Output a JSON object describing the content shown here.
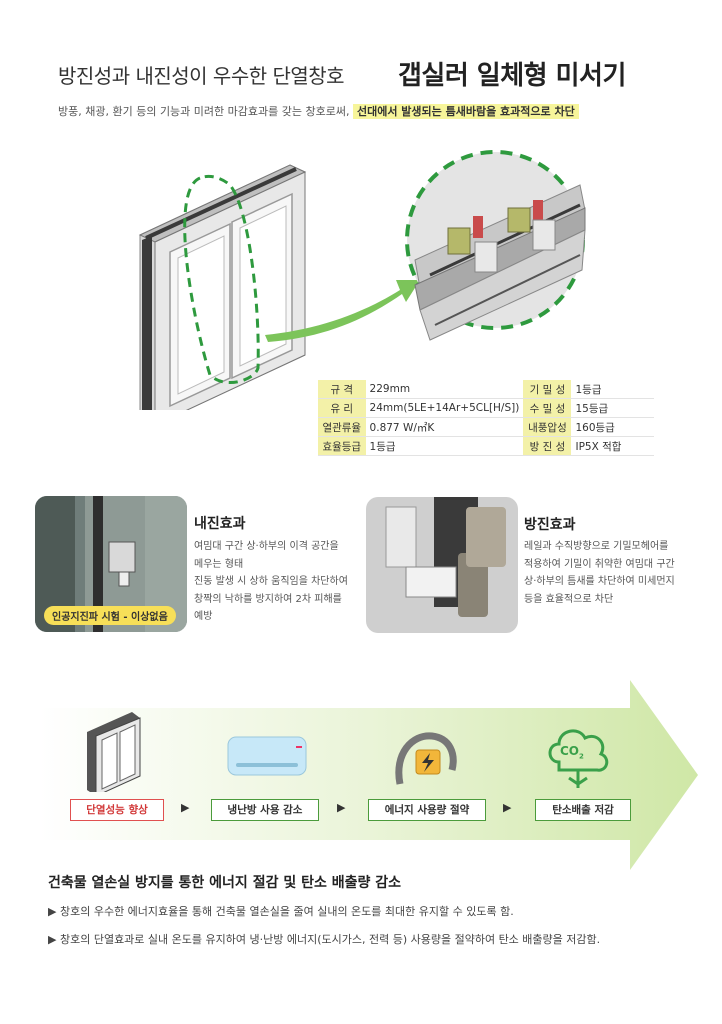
{
  "header": {
    "title_left": "방진성과 내진성이 우수한 단열창호",
    "title_right": "갭실러 일체형 미서기",
    "subtitle_plain": "방풍, 채광, 환기 등의 기능과 미려한 마감효과를 갖는 창호로써,",
    "subtitle_highlight": "선대에서 발생되는 틈새바람을 효과적으로 차단"
  },
  "specs": [
    {
      "label": "규 격",
      "value": "229mm",
      "label2": "기 밀 성",
      "value2": "1등급"
    },
    {
      "label": "유 리",
      "value": "24mm(5LE+14Ar+5CL[H/S])",
      "label2": "수 밀 성",
      "value2": "15등급"
    },
    {
      "label": "열관류율",
      "value": "0.877 W/㎡K",
      "label2": "내풍압성",
      "value2": "160등급"
    },
    {
      "label": "효율등급",
      "value": "1등급",
      "label2": "방 진 성",
      "value2": "IP5X 적합"
    }
  ],
  "quake": {
    "title": "내진효과",
    "lines": [
      "여밈대 구간 상·하부의 이격 공간을",
      "메우는 형태",
      "진동 발생 시 상하 움직임을 차단하여",
      "창짝의 낙하를 방지하여 2차 피해를",
      "예방"
    ],
    "badge": "인공지진파 시험 - 이상없음"
  },
  "dust": {
    "title": "방진효과",
    "lines": [
      "레일과 수직방향으로 기밀모헤어를",
      "적용하여 기밀이 취약한 여밈대 구간",
      "상·하부의 틈새를 차단하여 미세먼지",
      "등을 효율적으로 차단"
    ]
  },
  "process": {
    "steps": [
      "단열성능 향상",
      "냉난방 사용 감소",
      "에너지 사용량 절약",
      "탄소배출 저감"
    ],
    "arrow": "▶",
    "co2_label": "CO",
    "co2_sub": "2"
  },
  "bottom": {
    "title": "건축물 열손실 방지를 통한 에너지 절감 및 탄소 배출량 감소",
    "bullet": "▶",
    "lines": [
      "창호의 우수한 에너지효율을 통해 건축물 열손실을 줄여 실내의 온도를 최대한 유지할 수 있도록 함.",
      "창호의 단열효과로 실내 온도를 유지하여 냉·난방 에너지(도시가스, 전력 등) 사용량을 절약하여 탄소 배출량을 저감함."
    ]
  },
  "colors": {
    "accent_green": "#4b9b3b",
    "highlight": "#f3f1a8",
    "badge": "#f7df58",
    "red": "#e05050"
  }
}
